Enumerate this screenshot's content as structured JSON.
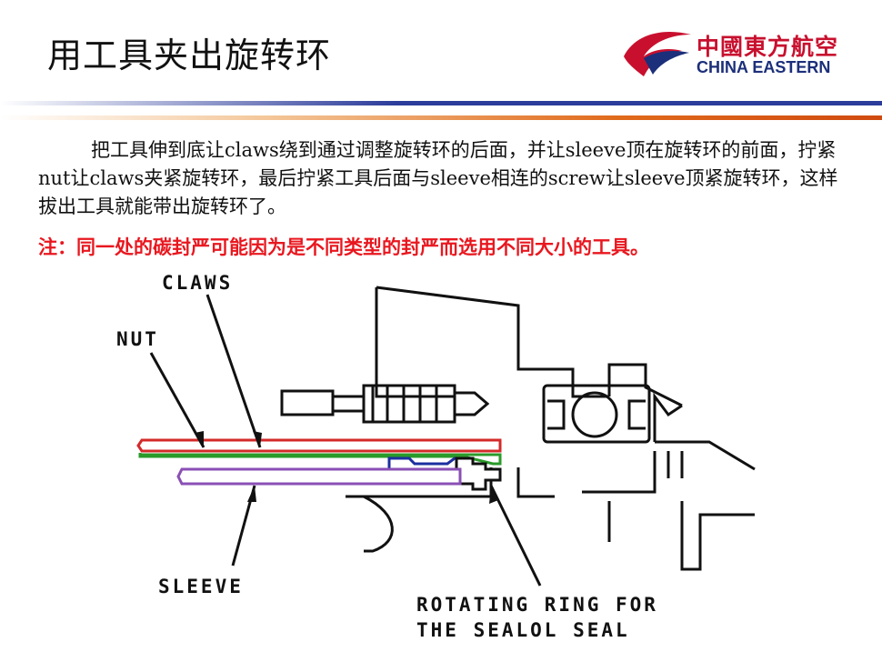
{
  "title": "用工具夹出旋转环",
  "logo": {
    "cn": "中國東方航空",
    "en": "CHINA EASTERN",
    "colors": {
      "red": "#c8102e",
      "blue": "#1c2f7a"
    }
  },
  "body_text": "把工具伸到底让claws绕到通过调整旋转环的后面，并让sleeve顶在旋转环的前面，拧紧nut让claws夹紧旋转环，最后拧紧工具后面与sleeve相连的screw让sleeve顶紧旋转环，这样拔出工具就能带出旋转环了。",
  "note": "注：同一处的碳封严可能因为是不同类型的封严而选用不同大小的工具。",
  "diagram": {
    "labels": {
      "claws": "CLAWS",
      "nut": "NUT",
      "sleeve": "SLEEVE",
      "ring_line1": "ROTATING RING FOR",
      "ring_line2": "THE SEALOL SEAL"
    },
    "colors": {
      "claws": "#d42a2a",
      "nut": "#2a9a2a",
      "sleeve": "#8a4fb5",
      "ring": "#1c2fa0"
    }
  }
}
